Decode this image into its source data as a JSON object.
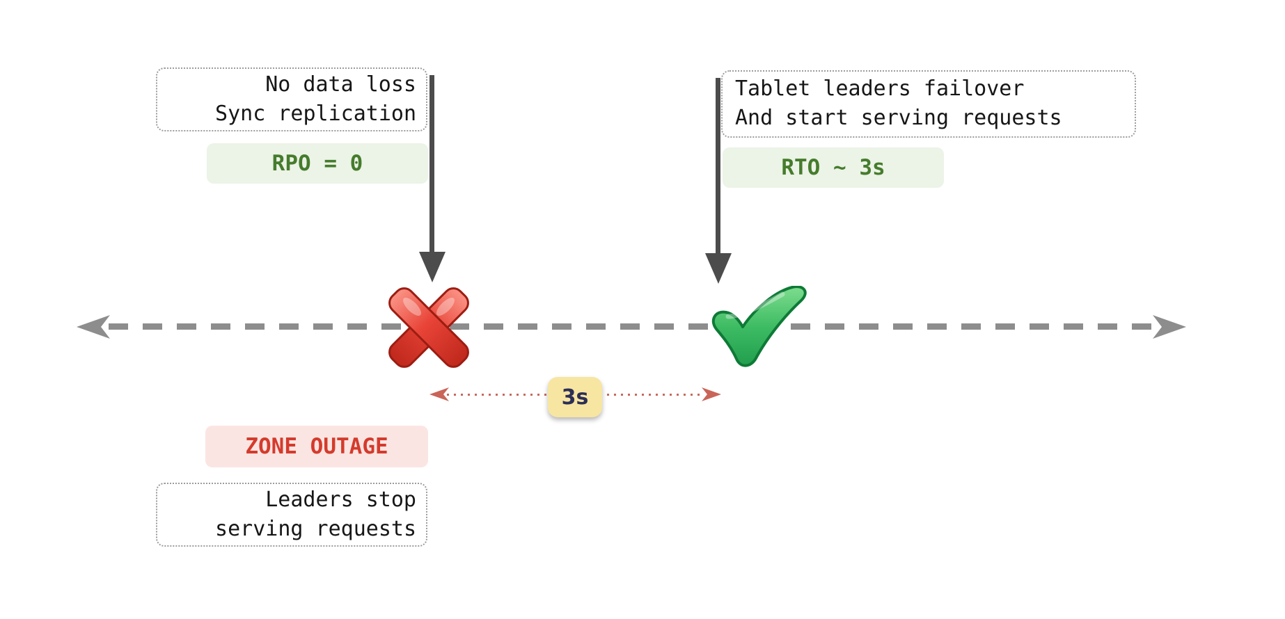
{
  "diagram": {
    "type": "timeline-failover-diagram",
    "outage_event": {
      "note_line1": "No data loss",
      "note_line2": "Sync replication",
      "metric_label": "RPO = 0",
      "status_label": "ZONE OUTAGE",
      "detail_line1": "Leaders stop",
      "detail_line2": "serving requests",
      "marker": "cross-mark"
    },
    "failover_event": {
      "note_line1": "Tablet leaders failover",
      "note_line2": "And start serving requests",
      "metric_label": "RTO ~ 3s",
      "marker": "check-mark"
    },
    "interval": {
      "label": "3s"
    },
    "colors": {
      "background": "#ffffff",
      "timeline": "#8d8d8d",
      "pointer_arrow": "#4c4c4c",
      "note_border": "#9b9b9b",
      "note_text": "#161616",
      "metric_badge_bg": "#ecf3e7",
      "metric_badge_text": "#457c2d",
      "outage_badge_bg": "#fbe5e2",
      "outage_badge_text": "#d43b2c",
      "interval_badge_bg": "#f7e5a2",
      "interval_badge_text": "#2c2f55",
      "interval_line": "#c8685e",
      "cross_mark_red": "#e0392d",
      "check_mark_green": "#2fae57"
    }
  }
}
